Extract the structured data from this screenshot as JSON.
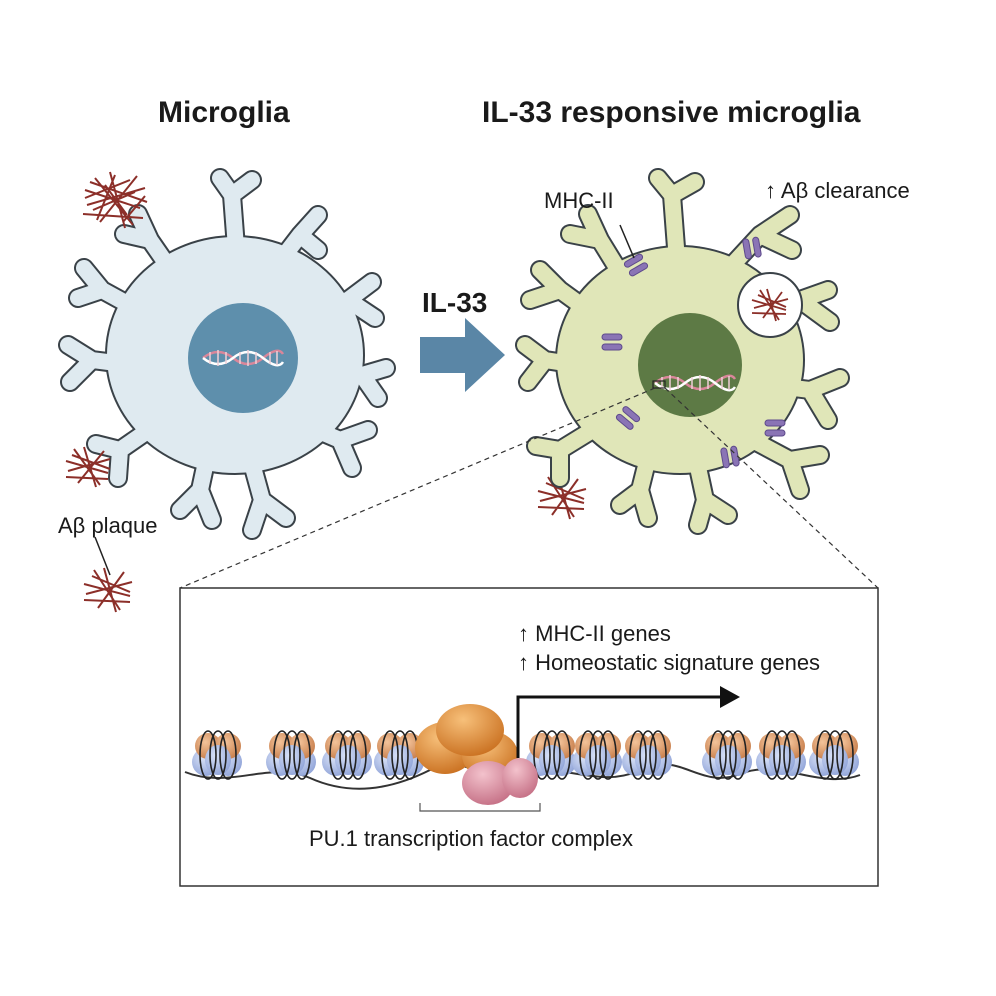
{
  "titles": {
    "left": "Microglia",
    "right": "IL-33 responsive microglia"
  },
  "arrow_label": "IL-33",
  "labels": {
    "mhc": "MHC-II",
    "clearance": "↑ Aβ clearance",
    "plaque": "Aβ plaque"
  },
  "inset": {
    "gene_line_1": "↑ MHC-II genes",
    "gene_line_2": "↑ Homeostatic signature genes",
    "complex_label": "PU.1 transcription factor complex"
  },
  "colors": {
    "resting_cell": "#dfeaf0",
    "resting_nucleus": "#5e8fac",
    "responsive_cell": "#e0e6b8",
    "responsive_nucleus": "#5d7a45",
    "arrow": "#5a86a6",
    "plaque": "#8c2f29",
    "mhc": "#8a74b5",
    "histone_blue": "#a8b8e3",
    "histone_orange": "#d99a6c",
    "pu1_orange": "#e08f3a",
    "pu1_pink": "#d9869a"
  }
}
